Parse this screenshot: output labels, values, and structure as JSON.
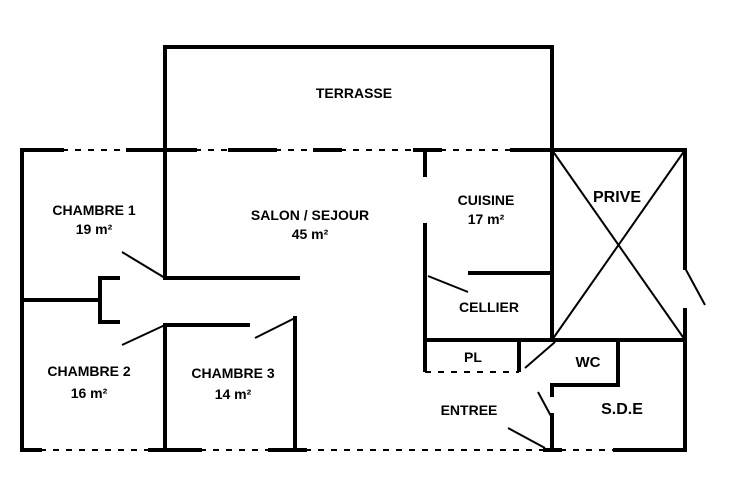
{
  "rooms": {
    "terrasse": {
      "name": "TERRASSE",
      "area": ""
    },
    "chambre1": {
      "name": "CHAMBRE 1",
      "area": "19 m²"
    },
    "salon": {
      "name": "SALON / SEJOUR",
      "area": "45 m²"
    },
    "cuisine": {
      "name": "CUISINE",
      "area": "17 m²"
    },
    "prive": {
      "name": "PRIVE",
      "area": ""
    },
    "cellier": {
      "name": "CELLIER",
      "area": ""
    },
    "chambre2": {
      "name": "CHAMBRE 2",
      "area": "16 m²"
    },
    "chambre3": {
      "name": "CHAMBRE 3",
      "area": "14 m²"
    },
    "pl": {
      "name": "PL",
      "area": ""
    },
    "wc": {
      "name": "WC",
      "area": ""
    },
    "entree": {
      "name": "ENTREE",
      "area": ""
    },
    "sde": {
      "name": "S.D.E",
      "area": ""
    }
  },
  "colors": {
    "line": "#000000",
    "background": "#ffffff"
  }
}
